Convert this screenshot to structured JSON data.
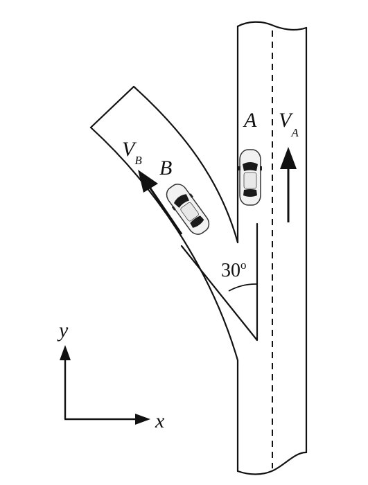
{
  "labels": {
    "car_a": "A",
    "car_b": "B",
    "velocity_a_main": "V",
    "velocity_a_sub": "A",
    "velocity_b_main": "V",
    "velocity_b_sub": "B",
    "angle_value": "30",
    "angle_unit": "o",
    "axis_x": "x",
    "axis_y": "y"
  },
  "angle_deg": 30,
  "colors": {
    "ink": "#111111",
    "car_body": "#f2f2f2",
    "car_glass": "#1a1a1a"
  },
  "icons": {
    "car_a": "car-icon",
    "car_b": "car-icon"
  }
}
